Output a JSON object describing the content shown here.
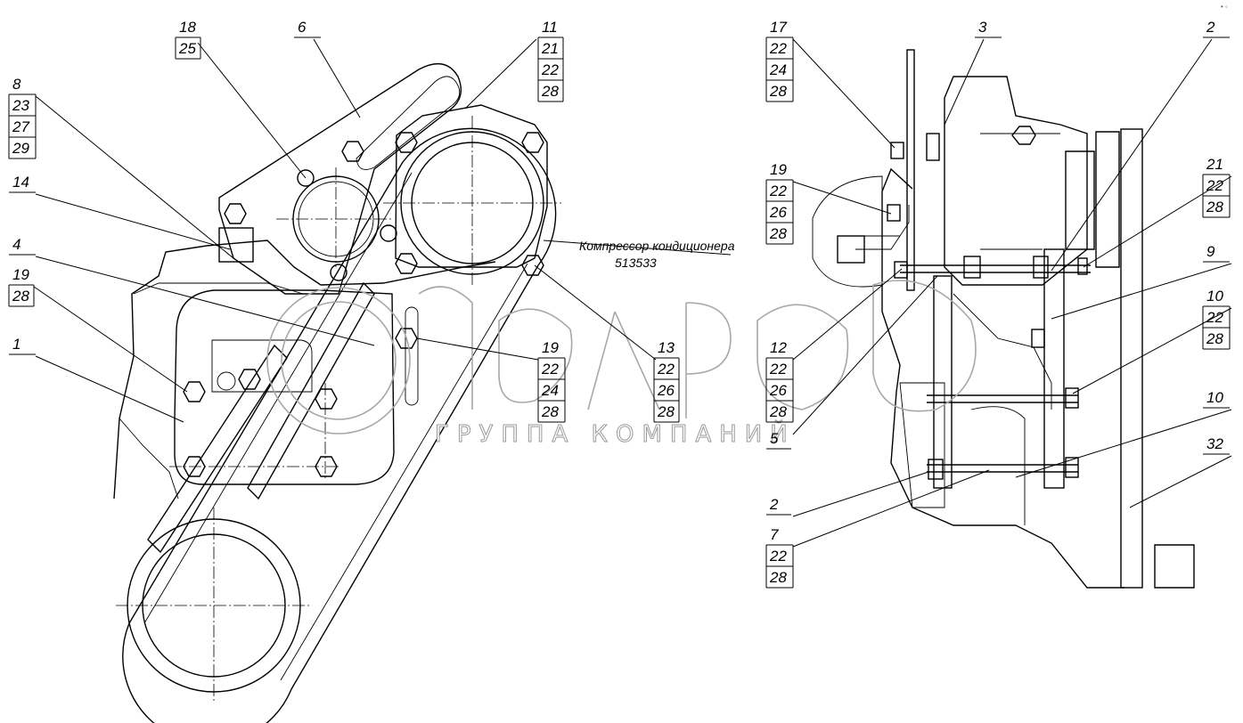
{
  "callouts": {
    "c18": [
      "18",
      "25"
    ],
    "c6": [
      "6"
    ],
    "c11": [
      "11",
      "21",
      "22",
      "28"
    ],
    "c8": [
      "8",
      "23",
      "27",
      "29"
    ],
    "c14": [
      "14"
    ],
    "c4": [
      "4"
    ],
    "c19a": [
      "19",
      "28"
    ],
    "c1": [
      "1"
    ],
    "c19b": [
      "19",
      "22",
      "24",
      "28"
    ],
    "c13": [
      "13",
      "22",
      "26",
      "28"
    ],
    "c17": [
      "17",
      "22",
      "24",
      "28"
    ],
    "c3": [
      "3"
    ],
    "c2a": [
      "2"
    ],
    "c19c": [
      "19",
      "22",
      "26",
      "28"
    ],
    "c21": [
      "21",
      "22",
      "28"
    ],
    "c9": [
      "9"
    ],
    "c10a": [
      "10",
      "22",
      "28"
    ],
    "c12": [
      "12",
      "22",
      "26",
      "28"
    ],
    "c5": [
      "5"
    ],
    "c10b": [
      "10"
    ],
    "c32": [
      "32"
    ],
    "c2b": [
      "2"
    ],
    "c7": [
      "7",
      "22",
      "28"
    ]
  },
  "compressor_note": {
    "name": "Компрессор кондиционера",
    "code": "513533"
  },
  "watermark": {
    "brand": "белагро",
    "tagline": "ГРУППА КОМПАНИЙ"
  }
}
